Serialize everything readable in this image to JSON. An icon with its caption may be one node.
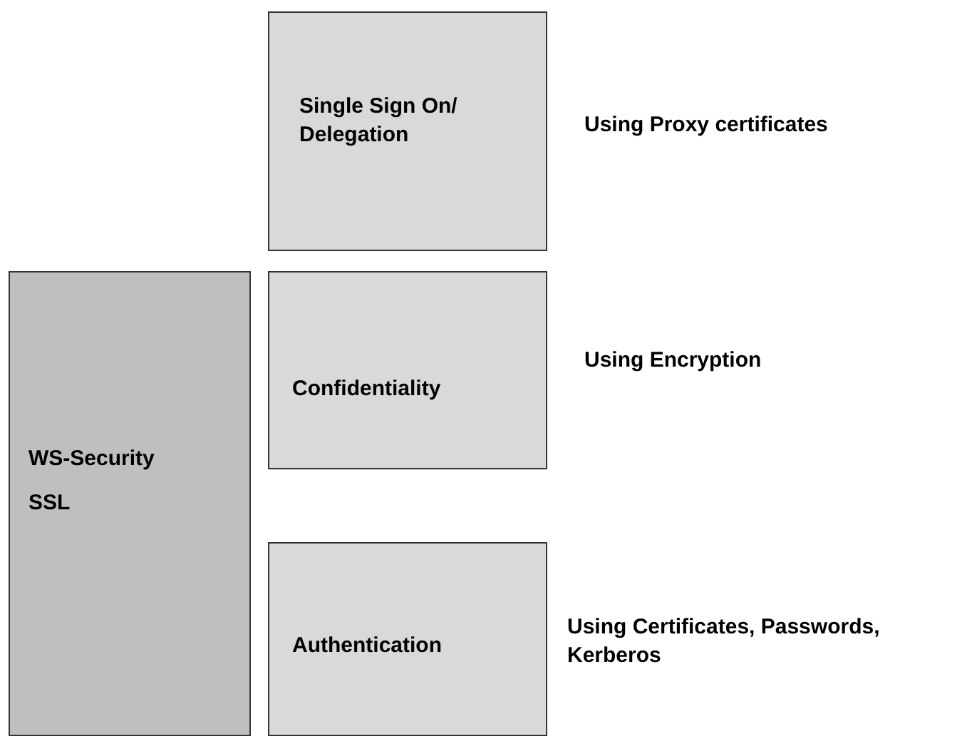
{
  "diagram": {
    "nodes": [
      {
        "text": [
          "Single Sign On/ Delegation"
        ],
        "beside": [
          "Using Proxy certificates"
        ]
      },
      {
        "text": [
          "WS-Security",
          "SSL"
        ]
      },
      {
        "text": [
          "Confidentiality"
        ],
        "beside": [
          "Using Encryption"
        ]
      },
      {
        "text": [
          "Authentication"
        ],
        "beside": [
          "Using Certificates, Passwords, Kerberos"
        ]
      }
    ]
  }
}
